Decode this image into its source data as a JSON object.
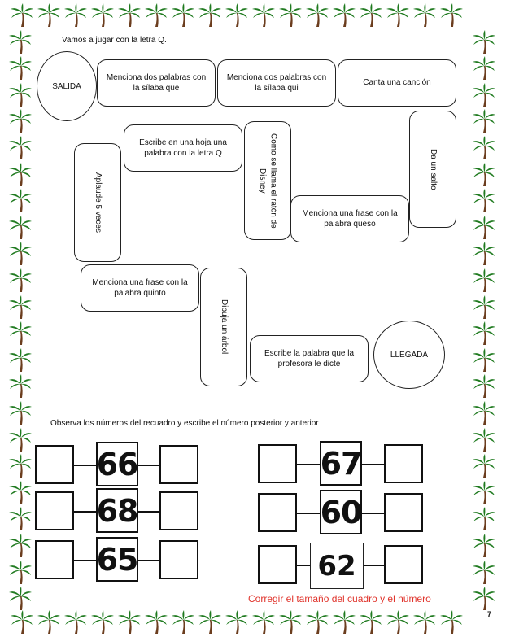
{
  "title": "Vamos a jugar con la letra Q.",
  "board": {
    "salida": "SALIDA",
    "llegada": "LLEGADA",
    "cells": {
      "c1": "Menciona dos palabras con la sílaba que",
      "c2": "Menciona dos palabras con la sílaba qui",
      "c3": "Canta una canción",
      "c4": "Da un salto",
      "c5": "Menciona una frase con la palabra queso",
      "c6": "Como se llama el ratón de Disney",
      "c7": "Escribe en una hoja una palabra con la letra Q",
      "c8": "Aplaude 5 veces",
      "c9": "Menciona una frase con la palabra quinto",
      "c10": "Dibuja un árbol",
      "c11": "Escribe la palabra que la profesora le dicte"
    }
  },
  "instructions": "Observa los números del recuadro y escribe el número posterior y anterior",
  "numbers": {
    "left": [
      "66",
      "68",
      "65"
    ],
    "right": [
      "67",
      "60",
      "62"
    ]
  },
  "note": "Corregir el tamaño del cuadro y el número",
  "page_number": "7",
  "icon": "palm-tree-icon",
  "colors": {
    "note": "#e0342c",
    "palm_leaf": "#1f7a1f",
    "palm_trunk": "#6b3d1e"
  }
}
